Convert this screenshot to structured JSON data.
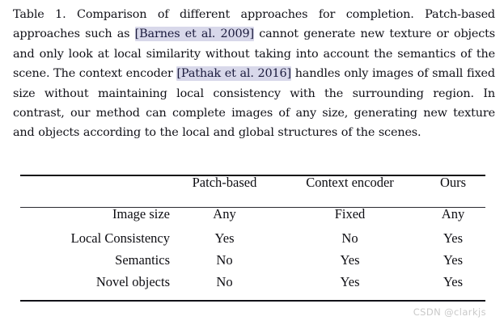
{
  "document": {
    "background_color": "#ffffff",
    "text_color": "#111118"
  },
  "caption": {
    "label": "Table 1.",
    "segments": [
      {
        "type": "text",
        "value": "Table 1.  Comparison of different approaches for completion. Patch-based approaches such as "
      },
      {
        "type": "citation",
        "value": "[Barnes et al. 2009]"
      },
      {
        "type": "text",
        "value": " cannot generate new texture or objects and only look at local similarity without taking into account the semantics of the scene. The context encoder "
      },
      {
        "type": "citation",
        "value": "[Pathak et al. 2016]"
      },
      {
        "type": "text",
        "value": " handles only images of small fixed size without maintaining local consistency with the surrounding region. In contrast, our method can complete images of any size, generating new texture and objects according to the local and global structures of the scenes."
      }
    ],
    "full_text": "Table 1.  Comparison of different approaches for completion. Patch-based approaches such as [Barnes et al. 2009] cannot generate new texture or objects and only look at local similarity without taking into account the semantics of the scene. The context encoder [Pathak et al. 2016] handles only images of small fixed size without maintaining local consistency with the surrounding region. In contrast, our method can complete images of any size, generating new texture and objects according to the local and global structures of the scenes.",
    "citation_highlight_color": "#d8d8ea",
    "citation_text_color": "#1a1a3c"
  },
  "chart_data": {
    "type": "table",
    "title": "Table 1. Comparison of different approaches for completion",
    "columns": [
      "",
      "Patch-based",
      "Context encoder",
      "Ours"
    ],
    "rows": [
      {
        "label": "Image size",
        "cells": [
          {
            "value": "Any",
            "bold": true
          },
          {
            "value": "Fixed",
            "bold": false
          },
          {
            "value": "Any",
            "bold": true
          }
        ]
      },
      {
        "label": "Local Consistency",
        "cells": [
          {
            "value": "Yes",
            "bold": true
          },
          {
            "value": "No",
            "bold": false
          },
          {
            "value": "Yes",
            "bold": true
          }
        ]
      },
      {
        "label": "Semantics",
        "cells": [
          {
            "value": "No",
            "bold": false
          },
          {
            "value": "Yes",
            "bold": true
          },
          {
            "value": "Yes",
            "bold": true
          }
        ]
      },
      {
        "label": "Novel objects",
        "cells": [
          {
            "value": "No",
            "bold": false
          },
          {
            "value": "Yes",
            "bold": true
          },
          {
            "value": "Yes",
            "bold": true
          }
        ]
      }
    ],
    "rules": [
      "top",
      "header-bottom",
      "bottom"
    ],
    "grid": false
  },
  "table": {
    "headers": {
      "label_col": "",
      "patch_based": "Patch-based",
      "context_encoder": "Context encoder",
      "ours": "Ours"
    },
    "rows": [
      {
        "label": "Image size",
        "patch": "Any",
        "ctx": "Fixed",
        "ours": "Any"
      },
      {
        "label": "Local Consistency",
        "patch": "Yes",
        "ctx": "No",
        "ours": "Yes"
      },
      {
        "label": "Semantics",
        "patch": "No",
        "ctx": "Yes",
        "ours": "Yes"
      },
      {
        "label": "Novel objects",
        "patch": "No",
        "ctx": "Yes",
        "ours": "Yes"
      }
    ]
  },
  "watermark": {
    "text": "CSDN @clarkjs",
    "color": "#c9c9c9"
  }
}
